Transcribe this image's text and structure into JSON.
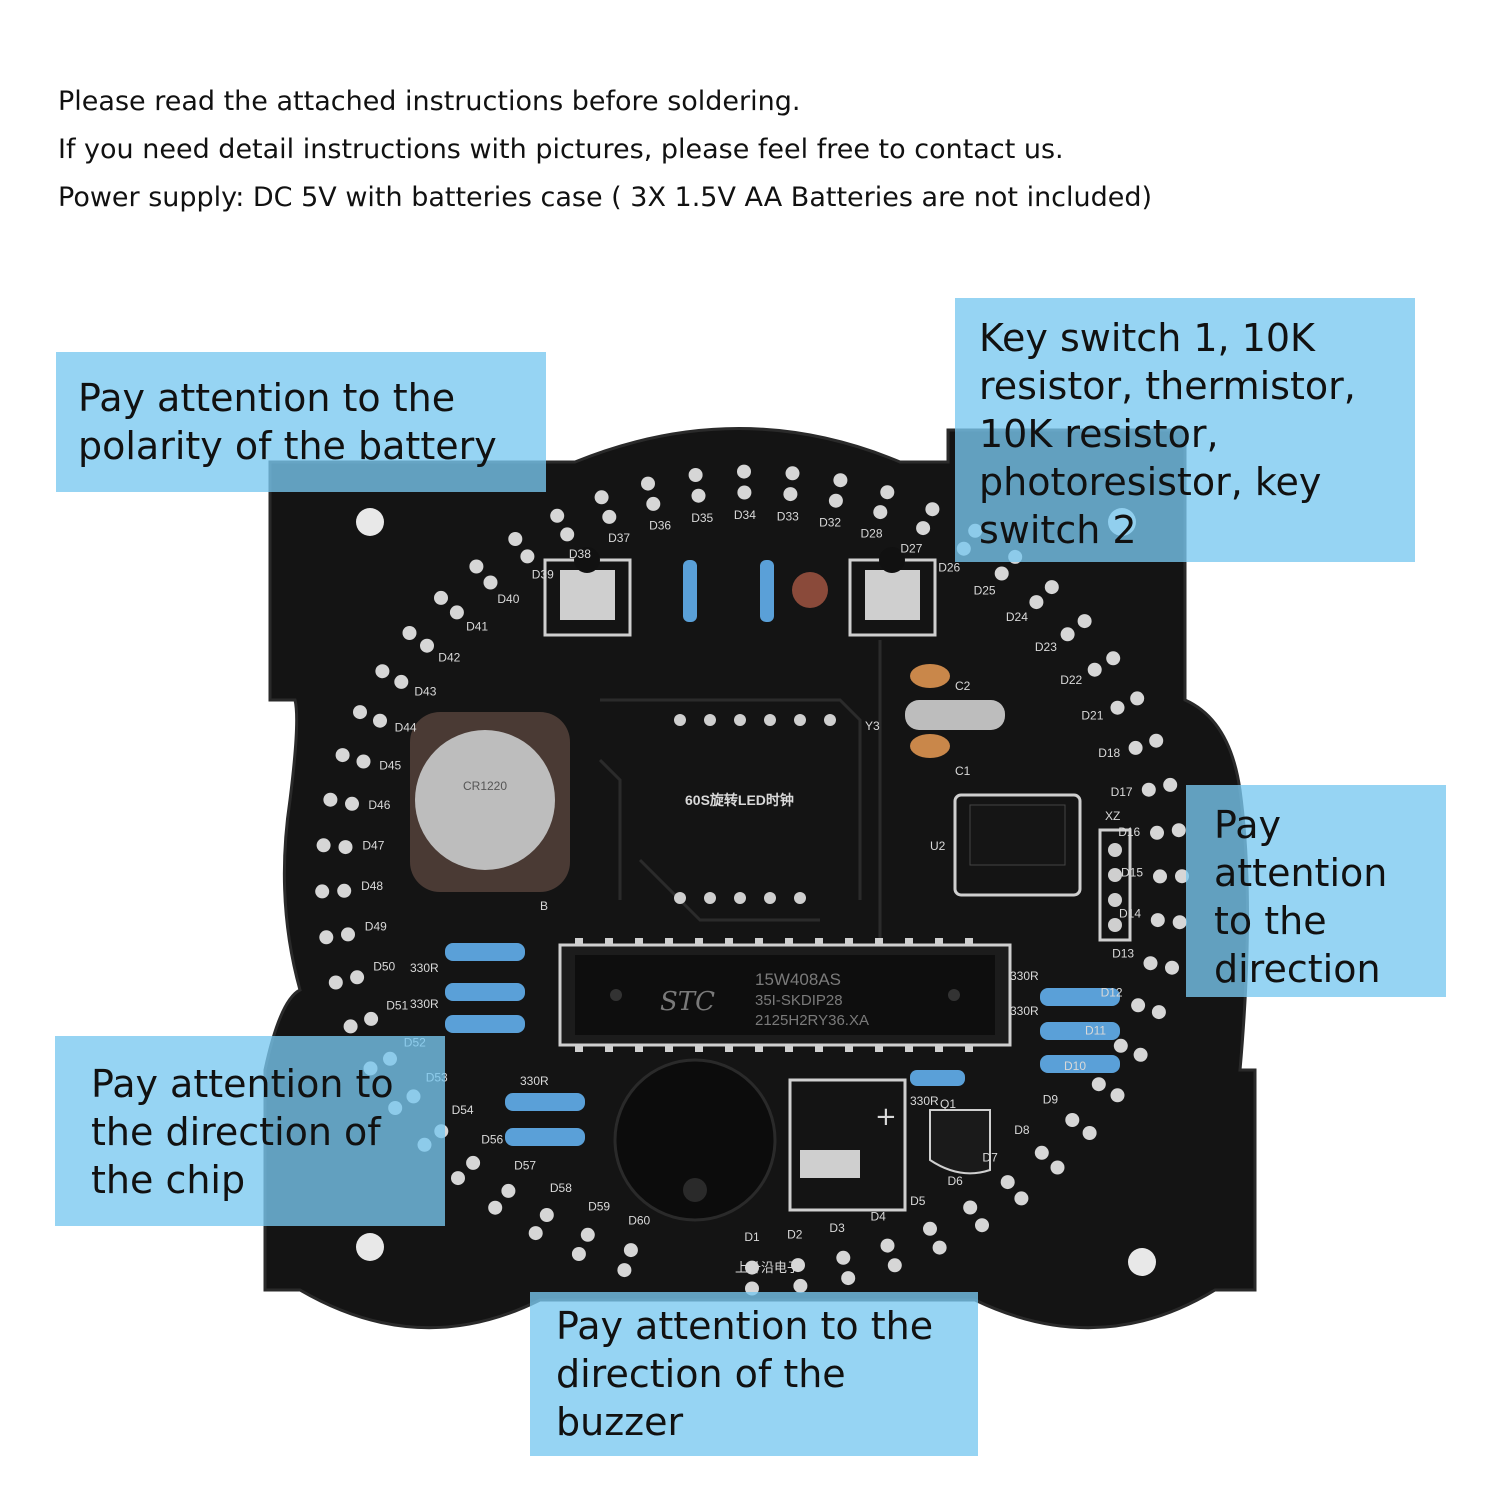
{
  "intro": {
    "line1": "Please read the attached instructions before soldering.",
    "line2": "If you need detail instructions with pictures, please feel free to contact us.",
    "line3": "Power supply: DC 5V with batteries case ( 3X 1.5V AA Batteries are not included)"
  },
  "callouts": {
    "battery": [
      "Pay attention to the",
      "polarity of the battery"
    ],
    "keys": [
      "Key switch 1, 10K",
      "resistor, thermistor,",
      "10K resistor,",
      "photoresistor, key",
      "switch 2"
    ],
    "direction": [
      "Pay",
      "attention",
      "to the",
      "direction"
    ],
    "chip": [
      "Pay attention to",
      "the direction of",
      "the chip"
    ],
    "buzzer": [
      "Pay attention to the",
      "direction of the",
      "buzzer"
    ]
  },
  "board": {
    "title": "60S旋转LED时钟",
    "chip_brand": "STC",
    "chip_model": "15W408AS",
    "chip_line2": "35I-SKDIP28",
    "chip_line3": "2125H2RY36.XA",
    "ic_label": "U2",
    "crystal_label": "Y3",
    "header_label": "XZ",
    "battery_label": "B",
    "transistor_label": "Q1",
    "cap1_label": "C1",
    "cap2_label": "C2",
    "brand_text": "上升沿电子",
    "res_labels": [
      "330R",
      "330R",
      "330R",
      "330R",
      "330R",
      "330R"
    ],
    "led_labels": [
      "D1",
      "D2",
      "D3",
      "D4",
      "D5",
      "D6",
      "D7",
      "D8",
      "D9",
      "D10",
      "D11",
      "D12",
      "D13",
      "D14",
      "D15",
      "D16",
      "D17",
      "D18",
      "D21",
      "D22",
      "D23",
      "D24",
      "D25",
      "D26",
      "D27",
      "D28",
      "D32",
      "D33",
      "D34",
      "D35",
      "D36",
      "D37",
      "D38",
      "D39",
      "D40",
      "D41",
      "D42",
      "D43",
      "D44",
      "D45",
      "D46",
      "D47",
      "D48",
      "D49",
      "D50",
      "D51",
      "D52",
      "D53",
      "D54",
      "D56",
      "D57",
      "D58",
      "D59",
      "D60"
    ]
  },
  "colors": {
    "pcb": "#141414",
    "callout": "#78c8f0",
    "silk": "#d9d9d9",
    "resistor": "#5aa0d8"
  }
}
